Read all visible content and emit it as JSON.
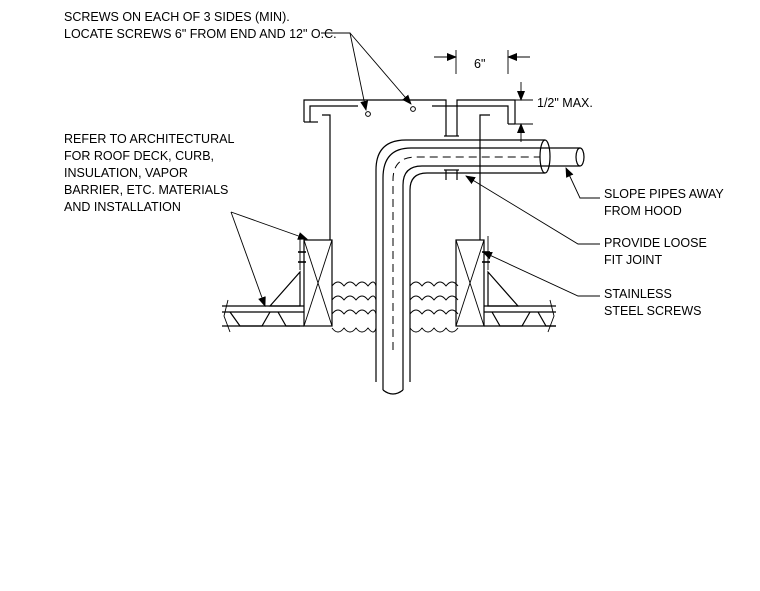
{
  "notes": {
    "screws_line1": "SCREWS ON EACH OF 3 SIDES (MIN).",
    "screws_line2": "LOCATE SCREWS 6\" FROM END AND 12\" O.C.",
    "refer_line1": "REFER TO ARCHITECTURAL",
    "refer_line2": "FOR ROOF DECK, CURB,",
    "refer_line3": "INSULATION, VAPOR",
    "refer_line4": "BARRIER, ETC. MATERIALS",
    "refer_line5": "AND INSTALLATION",
    "slope_line1": "SLOPE PIPES AWAY",
    "slope_line2": "FROM HOOD",
    "loose_line1": "PROVIDE LOOSE",
    "loose_line2": "FIT JOINT",
    "stainless_line1": "STAINLESS",
    "stainless_line2": "STEEL SCREWS"
  },
  "dimensions": {
    "six_inch": "6\"",
    "half_inch_max": "1/2\" MAX."
  }
}
